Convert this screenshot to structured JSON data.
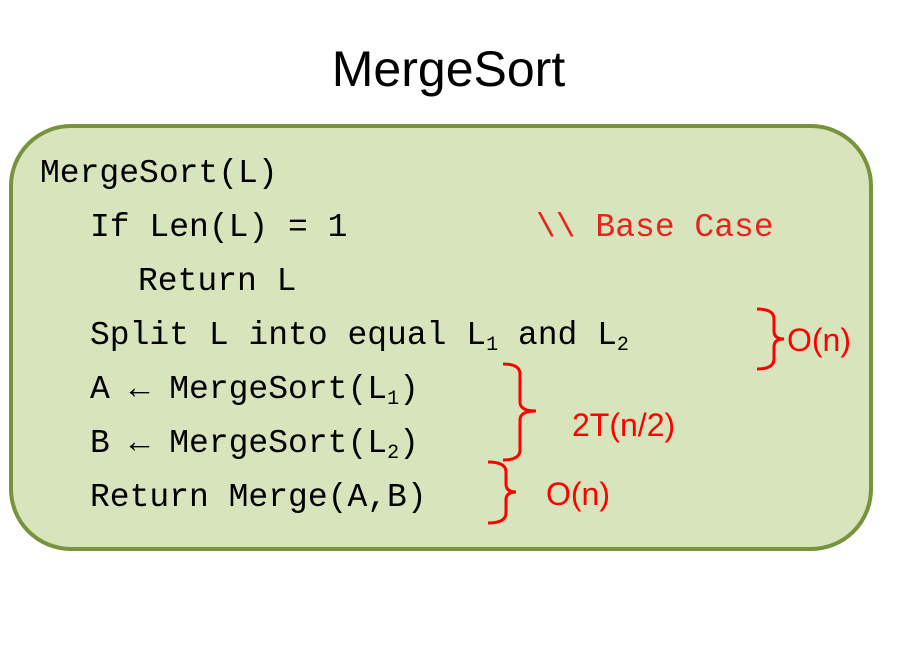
{
  "title": "MergeSort",
  "code": {
    "line1": "MergeSort(L)",
    "line2_code": "If Len(L) = 1",
    "line2_comment": "\\\\ Base Case",
    "line3": "Return L",
    "line4_a": "Split L into equal L",
    "line4_sub1": "1",
    "line4_b": " and L",
    "line4_sub2": "2",
    "line5_a": "A ← MergeSort(L",
    "line5_sub": "1",
    "line5_b": ")",
    "line6_a": "B ← MergeSort(L",
    "line6_sub": "2",
    "line6_b": ")",
    "line7": "Return Merge(A,B)"
  },
  "annotations": {
    "split_cost": "O(n)",
    "recursive_cost": "2T(n/2)",
    "merge_cost": "O(n)"
  },
  "colors": {
    "box_fill": "#d8e4bc",
    "box_border": "#77933c",
    "comment": "#e8231f",
    "annotation": "#ff0000"
  }
}
